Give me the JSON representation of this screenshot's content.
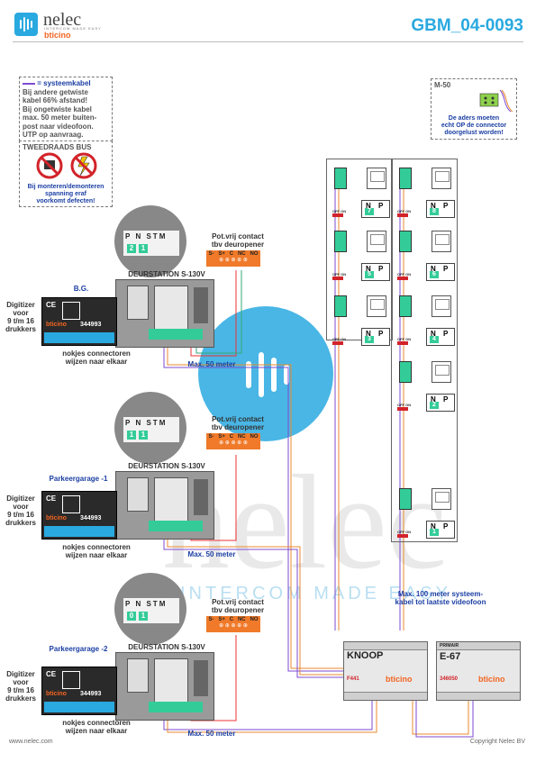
{
  "header": {
    "brand": "nelec",
    "tagline": "INTERCOM MADE EASY",
    "sub_brand": "bticino",
    "doc_id": "GBM_04-0093"
  },
  "notes": {
    "cable_legend": "= systeemkabel",
    "cable_text": [
      "Bij andere getwiste",
      "kabel 66% afstand!",
      "Bij ongetwiste kabel",
      "max. 50 meter buiten-",
      "post naar videofoon.",
      "UTP op aanvraag."
    ],
    "bus_title": "TWEEDRAADS BUS",
    "bus_warning": [
      "Bij monteren/demonteren",
      "spanning eraf",
      "voorkomt defecten!"
    ],
    "m50_title": "M-50",
    "m50_text": [
      "De aders moeten",
      "echt OP de connector",
      "doorgelust worden!"
    ]
  },
  "door_stations": [
    {
      "location": "B.G.",
      "label": "DEURSTATION S-130V",
      "contact_label": [
        "Pot.vrij contact",
        "tbv deuropener"
      ],
      "max_label": "Max. 50 meter",
      "digitizer": [
        "Digitizer",
        "voor",
        "9 t/m 16",
        "drukkers"
      ],
      "connector_note": [
        "nokjes connectoren",
        "wijzen naar elkaar"
      ],
      "code": "344993",
      "dip": [
        "2",
        "1"
      ]
    },
    {
      "location": "Parkeergarage -1",
      "label": "DEURSTATION S-130V",
      "contact_label": [
        "Pot.vrij contact",
        "tbv deuropener"
      ],
      "max_label": "Max. 50 meter",
      "digitizer": [
        "Digitizer",
        "voor",
        "9 t/m 16",
        "drukkers"
      ],
      "connector_note": [
        "nokjes connectoren",
        "wijzen naar elkaar"
      ],
      "code": "344993",
      "dip": [
        "1",
        "1"
      ]
    },
    {
      "location": "Parkeergarage -2",
      "label": "DEURSTATION S-130V",
      "contact_label": [
        "Pot.vrij contact",
        "tbv deuropener"
      ],
      "max_label": "Max. 50 meter",
      "digitizer": [
        "Digitizer",
        "voor",
        "9 t/m 16",
        "drukkers"
      ],
      "connector_note": [
        "nokjes connectoren",
        "wijzen naar elkaar"
      ],
      "code": "344993",
      "dip": [
        "0",
        "1"
      ]
    }
  ],
  "terminal_labels": [
    "P",
    "N",
    "S",
    "T",
    "M"
  ],
  "contact_terms": [
    "S-",
    "S+",
    "C",
    "NC",
    "NO"
  ],
  "monitors": {
    "np": [
      "N",
      "P"
    ],
    "switch_label": "OFF ON",
    "numbers": [
      "7",
      "8",
      "5",
      "6",
      "3",
      "4",
      "2",
      "1"
    ]
  },
  "knoop": {
    "title": "KNOOP",
    "code": "F441",
    "brand": "bticino"
  },
  "power": {
    "title": "E-67",
    "code": "346050",
    "brand": "bticino",
    "primair": "PRIMAIR"
  },
  "max_system": [
    "Max. 100 meter systeem-",
    "kabel tot laatste videofoon"
  ],
  "watermark": {
    "text": "nelec",
    "tagline": "INTERCOM MADE EASY"
  },
  "footer": {
    "left": "www.nelec.com",
    "right": "Copyright Nelec BV"
  }
}
